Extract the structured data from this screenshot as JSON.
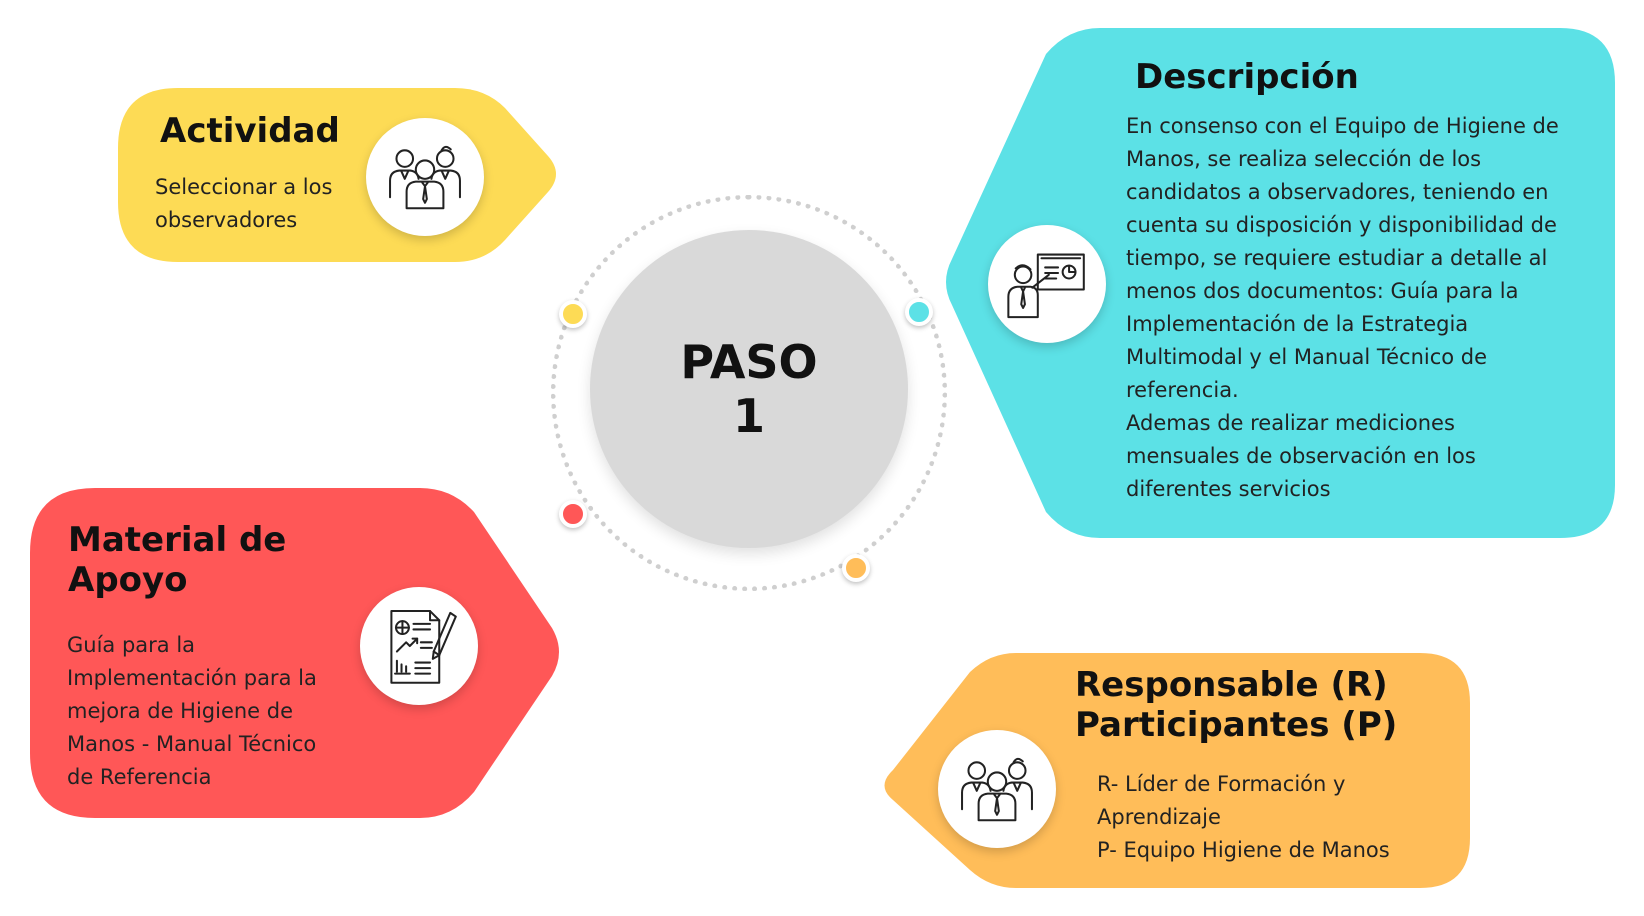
{
  "colors": {
    "actividad": "#FDDB55",
    "descripcion": "#5CE1E6",
    "material": "#FF5757",
    "responsable": "#FFBD59",
    "center": "#D9D9D9",
    "ring": "#CFCFCF"
  },
  "center": {
    "line1": "PASO",
    "line2": "1"
  },
  "actividad": {
    "title": "Actividad",
    "body": [
      "Seleccionar a los",
      "observadores"
    ],
    "icon": "team-icon"
  },
  "descripcion": {
    "title": "Descripción",
    "body": [
      "En consenso con el Equipo de Higiene de",
      "Manos, se realiza selección de los",
      "candidatos a observadores, teniendo en",
      "cuenta su disposición y  disponibilidad de",
      "tiempo, se requiere estudiar a detalle al",
      "menos dos documentos: Guía para la",
      "Implementación de la Estrategia",
      "Multimodal y el Manual Técnico de",
      "referencia.",
      "Ademas de realizar  mediciones",
      "mensuales de observación en los",
      "diferentes servicios"
    ],
    "icon": "presentation-icon"
  },
  "material": {
    "title_line1": "Material de",
    "title_line2": "Apoyo",
    "body": [
      "Guía para la",
      "Implementación para la",
      "mejora de Higiene de",
      "Manos - Manual Técnico",
      "de Referencia"
    ],
    "icon": "document-icon"
  },
  "responsable": {
    "title_line1": "Responsable (R)",
    "title_line2": "Participantes (P)",
    "body": [
      "R- Líder  de Formación y",
      "Aprendizaje",
      "P-  Equipo Higiene de Manos"
    ],
    "icon": "team-icon"
  }
}
